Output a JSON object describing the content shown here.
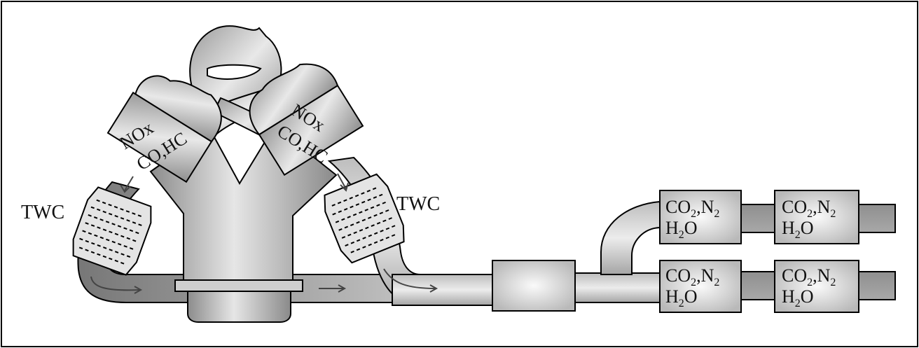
{
  "labels": {
    "twc_left": "TWC",
    "twc_right": "TWC",
    "bank_left_line1": "NOx",
    "bank_left_line2": "CO,HC",
    "bank_right_line1": "NOx",
    "bank_right_line2": "CO,HC"
  },
  "muffler_text": {
    "co_prefix": "CO",
    "co_sub": "2",
    "comma_n": ",N",
    "n_sub": "2",
    "h_prefix": "H",
    "h_sub": "2",
    "o_suffix": "O"
  }
}
